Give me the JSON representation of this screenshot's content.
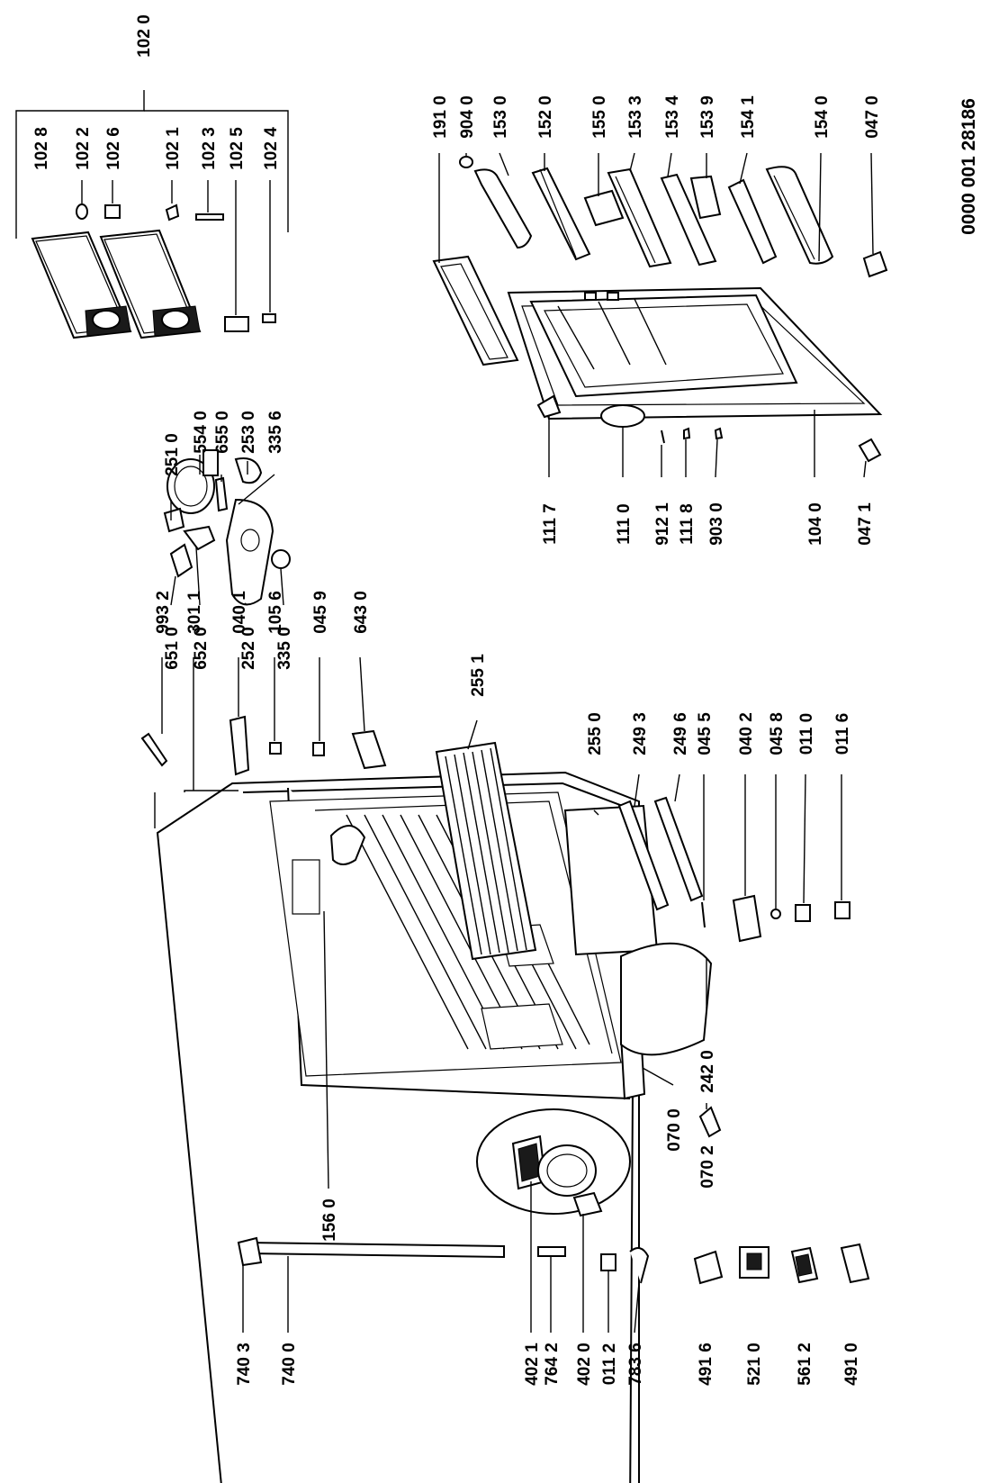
{
  "document_number": "0000 001 28186",
  "labels": [
    {
      "id": "102-0",
      "text": "102 0"
    },
    {
      "id": "102-8",
      "text": "102 8"
    },
    {
      "id": "102-2",
      "text": "102 2"
    },
    {
      "id": "102-6",
      "text": "102 6"
    },
    {
      "id": "102-1",
      "text": "102 1"
    },
    {
      "id": "102-3",
      "text": "102 3"
    },
    {
      "id": "102-5",
      "text": "102 5"
    },
    {
      "id": "102-4",
      "text": "102 4"
    },
    {
      "id": "191-0",
      "text": "191 0"
    },
    {
      "id": "904-0",
      "text": "904 0"
    },
    {
      "id": "153-0",
      "text": "153 0"
    },
    {
      "id": "152-0",
      "text": "152 0"
    },
    {
      "id": "155-0",
      "text": "155 0"
    },
    {
      "id": "153-3",
      "text": "153 3"
    },
    {
      "id": "153-4",
      "text": "153 4"
    },
    {
      "id": "153-9",
      "text": "153 9"
    },
    {
      "id": "154-1",
      "text": "154 1"
    },
    {
      "id": "154-0",
      "text": "154 0"
    },
    {
      "id": "047-0",
      "text": "047 0"
    },
    {
      "id": "251-0",
      "text": "251 0"
    },
    {
      "id": "554-0",
      "text": "554 0"
    },
    {
      "id": "655-0",
      "text": "655 0"
    },
    {
      "id": "253-0",
      "text": "253 0"
    },
    {
      "id": "335-6",
      "text": "335 6"
    },
    {
      "id": "651-0",
      "text": "651 0"
    },
    {
      "id": "652-0",
      "text": "652 0"
    },
    {
      "id": "252-0",
      "text": "252 0"
    },
    {
      "id": "335-0",
      "text": "335 0"
    },
    {
      "id": "111-7",
      "text": "111 7"
    },
    {
      "id": "111-0",
      "text": "111 0"
    },
    {
      "id": "912-1",
      "text": "912 1"
    },
    {
      "id": "111-8",
      "text": "111 8"
    },
    {
      "id": "903-0",
      "text": "903 0"
    },
    {
      "id": "104-0",
      "text": "104 0"
    },
    {
      "id": "047-1",
      "text": "047 1"
    },
    {
      "id": "993-2",
      "text": "993 2"
    },
    {
      "id": "301-1",
      "text": "301 1"
    },
    {
      "id": "040-1",
      "text": "040 1"
    },
    {
      "id": "105-6",
      "text": "105 6"
    },
    {
      "id": "045-9",
      "text": "045 9"
    },
    {
      "id": "643-0",
      "text": "643 0"
    },
    {
      "id": "255-1",
      "text": "255 1"
    },
    {
      "id": "255-0",
      "text": "255 0"
    },
    {
      "id": "249-3",
      "text": "249 3"
    },
    {
      "id": "249-6",
      "text": "249 6"
    },
    {
      "id": "045-5",
      "text": "045 5"
    },
    {
      "id": "040-2",
      "text": "040 2"
    },
    {
      "id": "045-8",
      "text": "045 8"
    },
    {
      "id": "011-0",
      "text": "011 0"
    },
    {
      "id": "011-6",
      "text": "011 6"
    },
    {
      "id": "242-0",
      "text": "242 0"
    },
    {
      "id": "156-0",
      "text": "156 0"
    },
    {
      "id": "070-0",
      "text": "070 0"
    },
    {
      "id": "070-2",
      "text": "070 2"
    },
    {
      "id": "740-3",
      "text": "740 3"
    },
    {
      "id": "740-0",
      "text": "740 0"
    },
    {
      "id": "402-1",
      "text": "402 1"
    },
    {
      "id": "764-2",
      "text": "764 2"
    },
    {
      "id": "402-0",
      "text": "402 0"
    },
    {
      "id": "011-2",
      "text": "011 2"
    },
    {
      "id": "783-6",
      "text": "783 6"
    },
    {
      "id": "491-6",
      "text": "491 6"
    },
    {
      "id": "521-0",
      "text": "521 0"
    },
    {
      "id": "561-2",
      "text": "561 2"
    },
    {
      "id": "491-0",
      "text": "491 0"
    }
  ]
}
